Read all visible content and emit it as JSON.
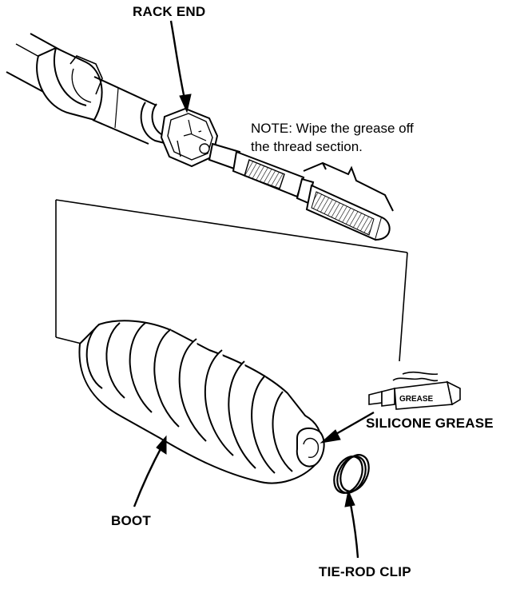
{
  "labels": {
    "rack_end": "RACK END",
    "note_line1": "NOTE:  Wipe the grease off",
    "note_line2": "the thread section.",
    "silicone_grease": "SILICONE GREASE",
    "boot": "BOOT",
    "tie_rod_clip": "TIE-ROD CLIP",
    "tube_text": "GREASE"
  },
  "colors": {
    "ink": "#000000",
    "paper": "#ffffff"
  }
}
